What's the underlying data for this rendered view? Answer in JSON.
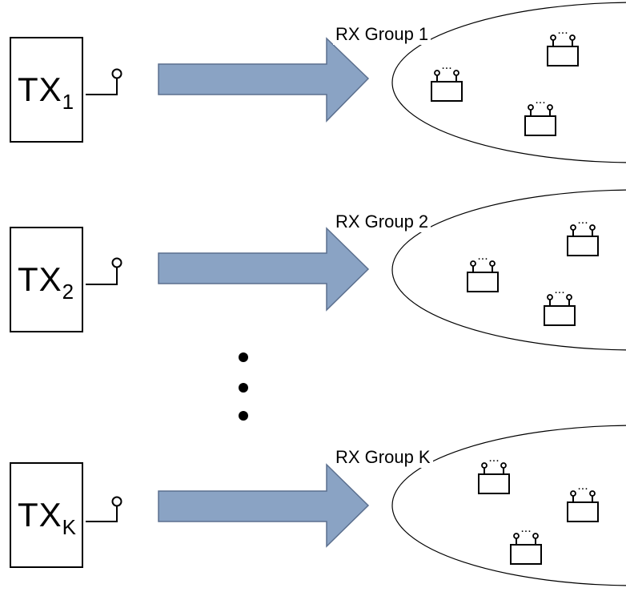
{
  "diagram": {
    "transmitters": [
      {
        "label": "TX",
        "subscript": "1"
      },
      {
        "label": "TX",
        "subscript": "2"
      },
      {
        "label": "TX",
        "subscript": "K"
      }
    ],
    "groups": [
      {
        "label": "RX Group 1"
      },
      {
        "label": "RX Group 2"
      },
      {
        "label": "RX Group K"
      }
    ],
    "antenna_ellipsis": "...",
    "colors": {
      "arrow_fill": "#8aa3c4",
      "arrow_stroke": "#5b6f8e",
      "line": "#000000",
      "background": "#ffffff"
    }
  }
}
